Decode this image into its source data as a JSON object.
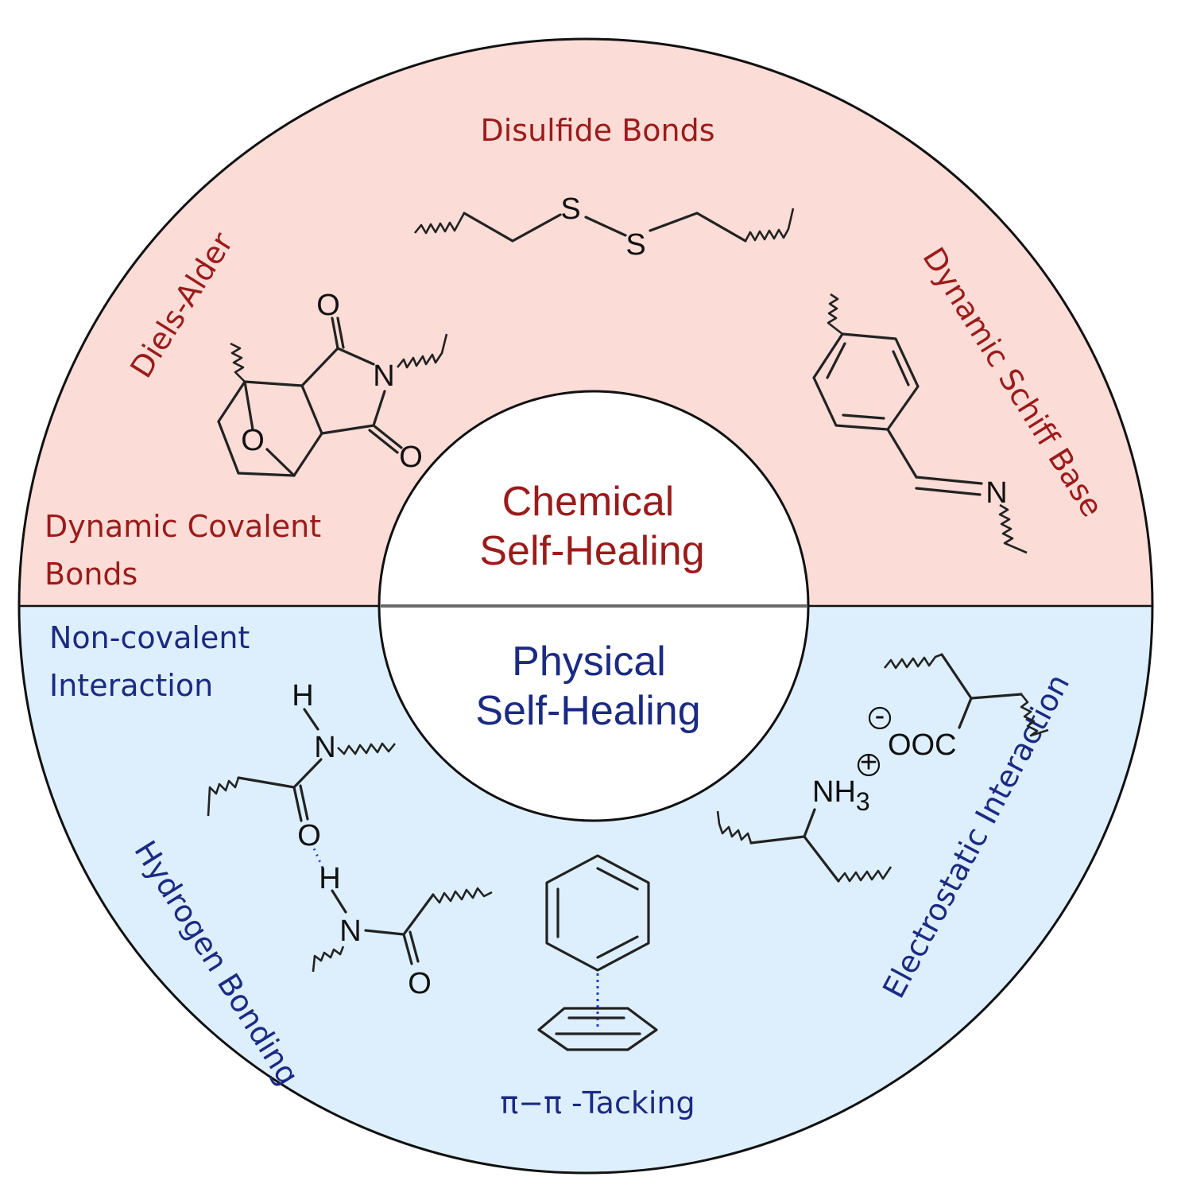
{
  "colors": {
    "chemical_bg": "#fbdcd6",
    "physical_bg": "#ddeffc",
    "chemical_text": "#9b1b1b",
    "physical_text": "#1b2a82",
    "outline": "#111111",
    "divider": "#6b6b6b",
    "pi_dots": "#1f3fd0"
  },
  "center": {
    "chemical": {
      "line1": "Chemical",
      "line2": "Self-Healing"
    },
    "physical": {
      "line1": "Physical",
      "line2": "Self-Healing"
    }
  },
  "chemical": {
    "category": {
      "line1": "Dynamic Covalent",
      "line2": "Bonds"
    },
    "disulfide": {
      "label": "Disulfide Bonds",
      "atom_s1": "S",
      "atom_s2": "S"
    },
    "diels_alder": {
      "label": "Diels-Alder",
      "atom_o_top": "O",
      "atom_o_bottom": "O",
      "atom_o_bridge": "O",
      "atom_n": "N"
    },
    "schiff_base": {
      "label": "Dynamic Schiff Base",
      "atom_n": "N"
    }
  },
  "physical": {
    "category": {
      "line1": "Non-covalent",
      "line2": "Interaction"
    },
    "hydrogen_bonding": {
      "label": "Hydrogen Bonding",
      "atom_h1": "H",
      "atom_n1": "N",
      "atom_o1": "O",
      "atom_h2": "H",
      "atom_n2": "N",
      "atom_o2": "O"
    },
    "pi_stacking": {
      "label": "π−π -Tacking"
    },
    "electrostatic": {
      "label": "Electrostatic Interaction",
      "minus": "-",
      "plus": "+",
      "carboxylate": "OOC",
      "ammonium": "NH",
      "ammonium_sub": "3"
    }
  }
}
